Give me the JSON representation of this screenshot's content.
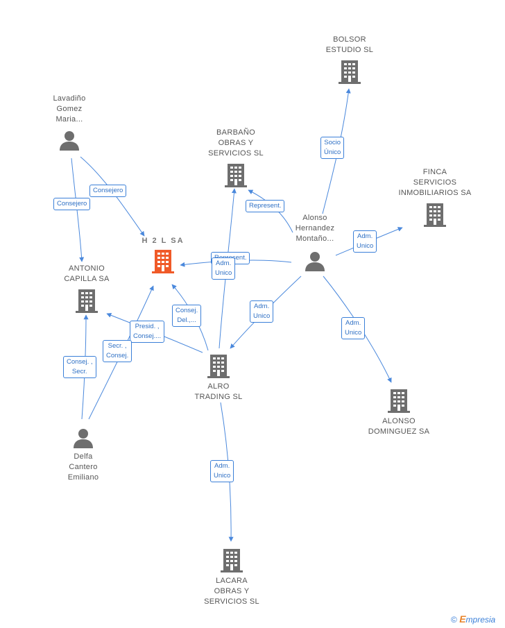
{
  "colors": {
    "edge": "#4a88dc",
    "label_border": "#3a7fd8",
    "label_text": "#2d6fc4",
    "building": "#6e6e6e",
    "focus_building": "#f05a28",
    "person": "#6e6e6e",
    "text": "#555555"
  },
  "nodes": {
    "h2lsa": {
      "label": "H 2 L SA",
      "kind": "company",
      "focus": true
    },
    "bolsor": {
      "label": "BOLSOR\nESTUDIO SL",
      "kind": "company"
    },
    "barbano": {
      "label": "BARBAÑO\nOBRAS Y\nSERVICIOS SL",
      "kind": "company"
    },
    "finca": {
      "label": "FINCA\nSERVICIOS\nINMOBILIARIOS SA",
      "kind": "company"
    },
    "antonio": {
      "label": "ANTONIO\nCAPILLA SA",
      "kind": "company"
    },
    "alro": {
      "label": "ALRO\nTRADING SL",
      "kind": "company"
    },
    "alonso_dominguez": {
      "label": "ALONSO\nDOMINGUEZ SA",
      "kind": "company"
    },
    "lacara": {
      "label": "LACARA\nOBRAS Y\nSERVICIOS SL",
      "kind": "company"
    },
    "lavadino": {
      "label": "Lavadiño\nGomez\nMaria...",
      "kind": "person"
    },
    "alonso_hernandez": {
      "label": "Alonso\nHernandez\nMontaño...",
      "kind": "person"
    },
    "delfa": {
      "label": "Delfa\nCantero\nEmiliano",
      "kind": "person"
    }
  },
  "edge_labels": {
    "consejero_1": "Consejero",
    "consejero_2": "Consejero",
    "socio_unico": "Socio\nÚnico",
    "represent_1": "Represent.",
    "represent_2": "Represent.",
    "adm_unico_1": "Adm.\nUnico",
    "adm_unico_2": "Adm.\nUnico",
    "adm_unico_3": "Adm.\nUnico",
    "adm_unico_4": "Adm.\nUnico",
    "adm_unico_5": "Adm.\nUnico",
    "consej_del": "Consej.\nDel.,...",
    "presid_consej": "Presid. ,\nConsej....",
    "secr_consej": "Secr. ,\nConsej.",
    "consej_secr": "Consej. ,\nSecr."
  },
  "footer": {
    "copyright": "©",
    "brand_first": "E",
    "brand_rest": "mpresia"
  }
}
